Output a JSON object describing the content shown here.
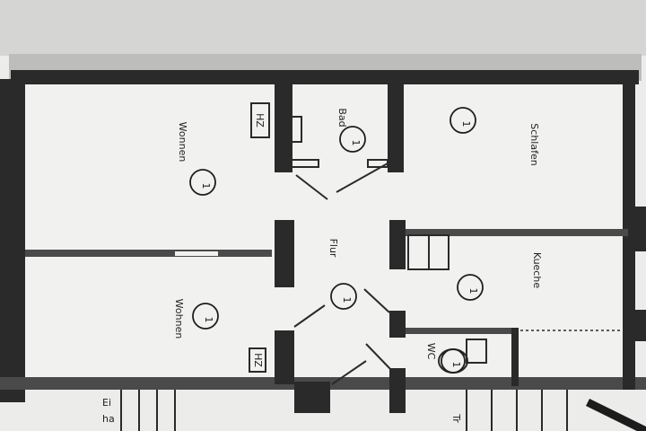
{
  "rooms": {
    "wonnen_top": "Wonnen",
    "wohnen_bottom": "Wohnen",
    "bad": "Bad",
    "schlafen": "Schlafen",
    "flur": "Flur",
    "kueche": "Kueche",
    "wc": "WC"
  },
  "markers": {
    "wonnen_top": "1",
    "wohnen_bottom": "1",
    "bad": "1",
    "schlafen": "1",
    "flur": "1",
    "kueche": "1",
    "wc": "1"
  },
  "heaters": {
    "top": "HZ",
    "bottom": "HZ"
  },
  "edge_fragments": {
    "bottom_left_1": "Ei",
    "bottom_left_2": "ha",
    "bottom_right": "Tr"
  },
  "colors": {
    "paper": "#f2f2f0",
    "ink": "#2a2a2a",
    "background": "#cfd1d0"
  }
}
